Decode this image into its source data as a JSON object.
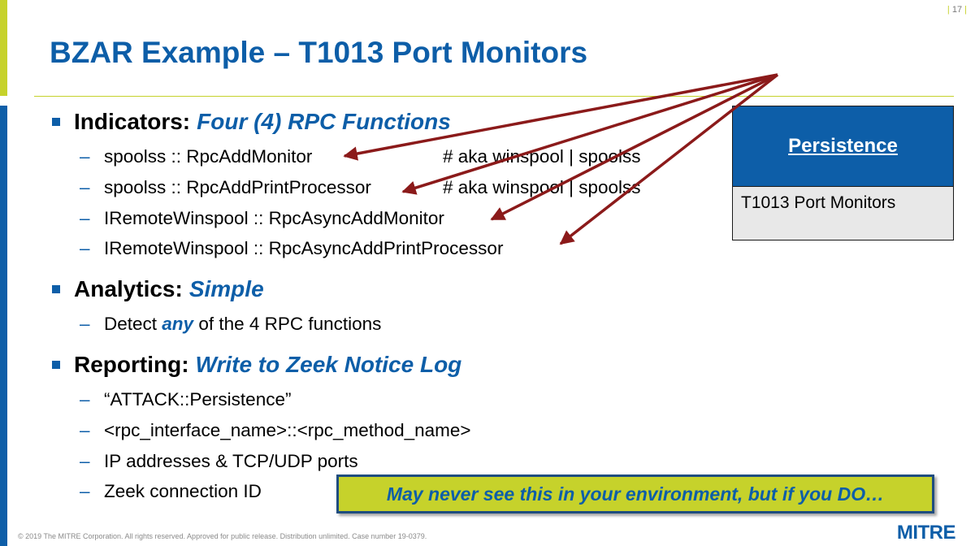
{
  "page_number": "17",
  "title": "BZAR Example – T1013 Port Monitors",
  "indicators": {
    "label": "Indicators:",
    "value": "Four (4) RPC Functions",
    "items": [
      "spoolss :: RpcAddMonitor",
      "spoolss :: RpcAddPrintProcessor",
      "IRemoteWinspool :: RpcAsyncAddMonitor",
      "IRemoteWinspool :: RpcAsyncAddPrintProcessor"
    ],
    "comments": [
      "# aka winspool | spoolss",
      "# aka winspool | spoolss"
    ]
  },
  "analytics": {
    "label": "Analytics:",
    "value": "Simple",
    "item_before": "Detect ",
    "item_emphasis": "any",
    "item_after": " of the 4 RPC functions"
  },
  "reporting": {
    "label": "Reporting:",
    "value": "Write to Zeek Notice Log",
    "items": [
      "“ATTACK::Persistence”",
      "<rpc_interface_name>::<rpc_method_name>",
      "IP addresses & TCP/UDP ports",
      "Zeek connection ID"
    ]
  },
  "tactic_box": {
    "header": "Persistence",
    "technique": "T1013 Port Monitors"
  },
  "callout": "May never see this in your environment, but if you DO…",
  "footer": "© 2019 The MITRE Corporation. All rights reserved.  Approved for public release. Distribution unlimited. Case number 19-0379.",
  "logo": "MITRE",
  "colors": {
    "brand_blue": "#0d5ea8",
    "accent_green": "#c6d22b",
    "arrow_red": "#8b1a1a"
  }
}
